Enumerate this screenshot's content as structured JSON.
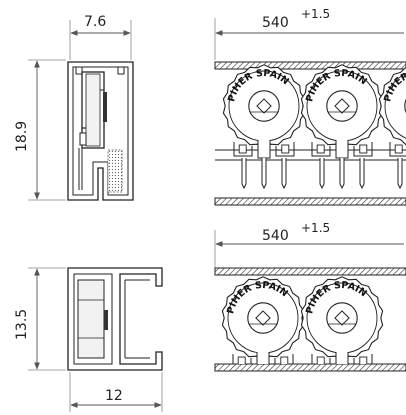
{
  "dimensions": {
    "top_width": "7.6",
    "top_height": "18.9",
    "top_length": "540",
    "top_length_tol": "+1.5",
    "bottom_length": "540",
    "bottom_length_tol": "+1.5",
    "bottom_height": "13.5",
    "bottom_width": "12"
  },
  "pot_marking": {
    "brand": "PIHER",
    "country": "SPAIN"
  }
}
